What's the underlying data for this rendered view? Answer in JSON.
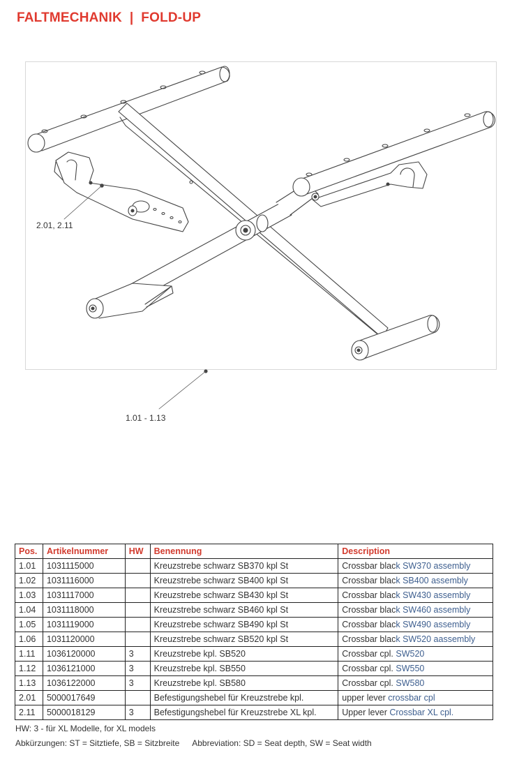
{
  "header": {
    "title": "FALTMECHANIK  |  FOLD-UP"
  },
  "figure": {
    "callouts": [
      "2.01, 2.11",
      "1.01 - 1.13"
    ]
  },
  "table": {
    "headers": [
      "Pos.",
      "Artikelnummer",
      "HW",
      "Benennung",
      "Description"
    ],
    "rows": [
      {
        "pos": "1.01",
        "article": "1031115000",
        "hw": "",
        "de": "Kreuzstrebe schwarz SB370 kpl St",
        "en_a": "Crossbar blac",
        "en_b": "k SW370 assembly"
      },
      {
        "pos": "1.02",
        "article": "1031116000",
        "hw": "",
        "de": "Kreuzstrebe schwarz SB400 kpl St",
        "en_a": "Crossbar blac",
        "en_b": "k SB400 assembly"
      },
      {
        "pos": "1.03",
        "article": "1031117000",
        "hw": "",
        "de": "Kreuzstrebe schwarz SB430 kpl St",
        "en_a": "Crossbar blac",
        "en_b": "k SW430 assembly"
      },
      {
        "pos": "1.04",
        "article": "1031118000",
        "hw": "",
        "de": "Kreuzstrebe schwarz SB460 kpl St",
        "en_a": "Crossbar blac",
        "en_b": "k SW460 assembly"
      },
      {
        "pos": "1.05",
        "article": "1031119000",
        "hw": "",
        "de": "Kreuzstrebe schwarz SB490 kpl St",
        "en_a": "Crossbar blac",
        "en_b": "k SW490 assembly"
      },
      {
        "pos": "1.06",
        "article": "1031120000",
        "hw": "",
        "de": "Kreuzstrebe schwarz SB520 kpl St",
        "en_a": "Crossbar blac",
        "en_b": "k SW520 aassembly"
      },
      {
        "pos": "1.11",
        "article": "1036120000",
        "hw": "3",
        "de": "Kreuzstrebe kpl. SB520",
        "en_a": "Crossbar cpl. ",
        "en_b": "SW520"
      },
      {
        "pos": "1.12",
        "article": "1036121000",
        "hw": "3",
        "de": "Kreuzstrebe kpl. SB550",
        "en_a": "Crossbar cpl. ",
        "en_b": "SW550"
      },
      {
        "pos": "1.13",
        "article": "1036122000",
        "hw": "3",
        "de": "Kreuzstrebe kpl. SB580",
        "en_a": "Crossbar cpl. ",
        "en_b": "SW580"
      },
      {
        "pos": "2.01",
        "article": "5000017649",
        "hw": "",
        "de": "Befestigungshebel für Kreuzstrebe kpl.",
        "en_a": "upper lever ",
        "en_b": "crossbar cpl"
      },
      {
        "pos": "2.11",
        "article": "5000018129",
        "hw": "3",
        "de": "Befestigungshebel für Kreuzstrebe XL kpl.",
        "en_a": "Upper lever ",
        "en_b": "Crossbar XL cpl."
      }
    ]
  },
  "notes": {
    "hw": "HW: 3 - für XL Modelle, for XL models",
    "abbr_de": "Abkürzungen: ST = Sitztiefe, SB = Sitzbreite",
    "abbr_en": "Abbreviation: SD = Seat depth, SW = Seat width"
  },
  "colors": {
    "title": "#e03a2f",
    "header_text": "#d23b2e",
    "link_text": "#3e5f8f"
  }
}
